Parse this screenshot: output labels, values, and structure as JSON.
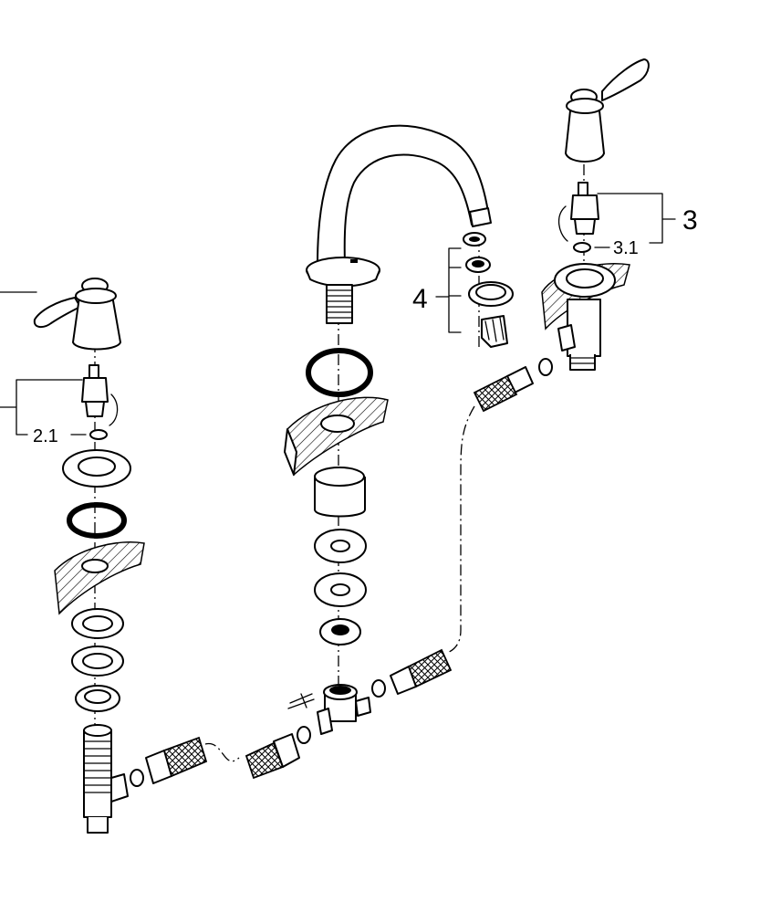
{
  "callouts": {
    "spout_kit": "4",
    "right_cartridge": "3",
    "right_cartridge_seal": "3.1",
    "left_cartridge_seal": "2.1"
  }
}
